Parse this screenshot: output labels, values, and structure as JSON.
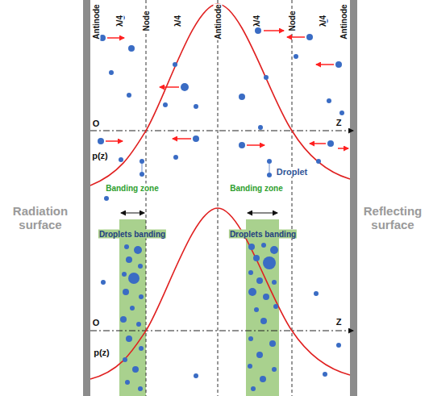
{
  "diagram": {
    "labels": [
      "Antinode",
      "λ/4",
      "Node",
      "λ/4",
      "Antinode",
      "λ/4",
      "Node",
      "λ/4",
      "Antinode",
      "O",
      "Z",
      "p(z)",
      "Droplet",
      "Banding zone",
      "Banding zone",
      "Droplets banding",
      "Droplets banding",
      "O",
      "Z",
      "p(z)",
      "Radiation surface",
      "Reflecting surface"
    ]
  }
}
